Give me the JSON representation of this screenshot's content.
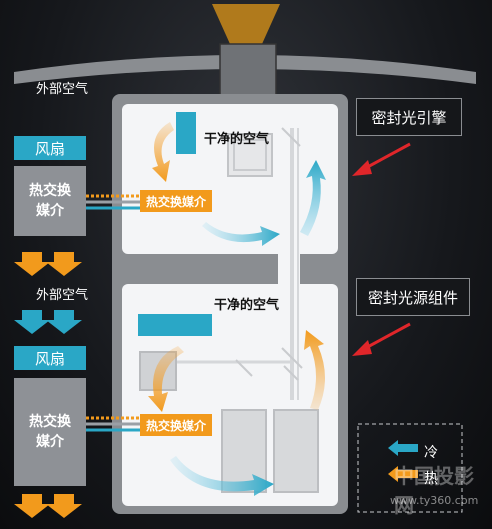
{
  "labels": {
    "outside_air_top": "外部空气",
    "outside_air_mid": "外部空气",
    "fan_top": "风扇",
    "fan_bottom": "风扇",
    "heat_exchanger_top": "热交换\n媒介",
    "heat_exchanger_bottom": "热交换\n媒介",
    "medium_top": "热交换媒介",
    "medium_bottom": "热交换媒介",
    "clean_air_top": "干净的空气",
    "clean_air_bottom": "干净的空气",
    "sealed_engine": "密封光引擎",
    "sealed_light_source": "密封光源组件",
    "cold": "冷",
    "heat": "热",
    "watermark_cn": "中国投影网",
    "watermark_url": "www.ty360.com"
  },
  "colors": {
    "orange": "#f29a1c",
    "cyan": "#2aa7c6",
    "red_arrow": "#e0262a",
    "chamber": "#f4f5f7",
    "panel_grey": "#8a8d91"
  }
}
